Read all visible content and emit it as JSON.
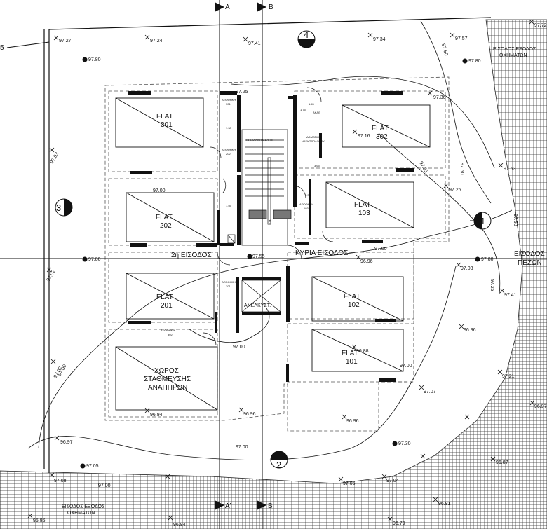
{
  "sections": {
    "a": "A",
    "b": "B",
    "a_prime": "A'",
    "b_prime": "B'",
    "left_edge": "5"
  },
  "elevation_markers": [
    "1",
    "2",
    "3",
    "4"
  ],
  "flats": [
    {
      "label": "FLAT",
      "number": "301"
    },
    {
      "label": "FLAT",
      "number": "302"
    },
    {
      "label": "FLAT",
      "number": "202"
    },
    {
      "label": "FLAT",
      "number": "103"
    },
    {
      "label": "FLAT",
      "number": "201"
    },
    {
      "label": "FLAT",
      "number": "102"
    },
    {
      "label": "FLAT",
      "number": "101"
    }
  ],
  "parking": {
    "line1": "ΧΩΡΟΣ",
    "line2": "ΣΤΑΘΜΕΥΣΗΣ",
    "line3": "ΑΝΑΠΗΡΩΝ"
  },
  "entrances": {
    "second": "2η ΕΙΣΟΔΟΣ",
    "main": "ΚΥΡΙΑ ΕΙΣΟΔΟΣ",
    "lift": "ΑΝΕΛΚΥΣΤ.",
    "road_top_1": "ΕΙΣΟΔΟΣ ΕΞΟΔΟΣ",
    "road_top_2": "ΟΧΗΜΑΤΩΝ",
    "road_bottom_1": "ΕΙΣΟΔΟΣ ΕΞΟΔΟΣ",
    "road_bottom_2": "ΟΧΗΜΑΤΩΝ",
    "ped_1": "ΕΙΣΟΔΟΣ",
    "ped_2": "ΠΕΖΩΝ"
  },
  "contours": {
    "c9700a": "97.00",
    "c9700b": "97.00",
    "c9700c": "97.00",
    "c9700d": "97.00",
    "c9700e": "97.00",
    "c9700f": "97.00",
    "c9700g": "97.00",
    "c9725a": "97.25",
    "c9725b": "97.25",
    "c9725c": "97.25",
    "c9750a": "97.50",
    "c9750b": "97.50",
    "c9750c": "97.50"
  },
  "spot_levels": {
    "s9727": "97.27",
    "s9724": "97.24",
    "s9741": "97.41",
    "s9734": "97.34",
    "s9757": "97.57",
    "s9772": "97.72",
    "s9703a": "97.03",
    "s9702a": "97.02",
    "s9702b": "97.02",
    "s9736": "97.36",
    "s9716": "97.16",
    "s9726": "97.26",
    "s9763": "97.63",
    "s9703b": "97.03",
    "s9741b": "97.41",
    "s9696a": "96.96",
    "s9696b": "96.96",
    "s9688": "96.88",
    "s9707": "97.07",
    "s9721": "97.21",
    "s9697a": "96.97",
    "s9696c": "96.96",
    "s9694": "96.94",
    "s9696d": "96.96",
    "s9697b": "96.97",
    "s9706": "97.06",
    "s9704": "97.04",
    "s9687": "96.87",
    "s9681": "96.81",
    "s9686": "96.86",
    "s9684": "96.84",
    "s9679": "96.79",
    "s9708": "97.08",
    "s9755": "97.55",
    "s9700b": "97.00"
  },
  "benchmarks": {
    "b1": "97.80",
    "b2": "97.80",
    "b3": "97.80",
    "b4": "97.80",
    "b5": "97.30",
    "b6": "97.05"
  },
  "room_notes": {
    "store_a": "ΑΠΟΘΗΚΗ",
    "store_a_no": "301",
    "store_b": "ΑΠΟΘΗΚΗ",
    "store_b_no": "202",
    "store_c": "ΑΠΟΘΗΚΗ",
    "store_c_no": "201",
    "store_d": "ΑΠΟΘΗΚΗ",
    "store_d_no": "302",
    "wc": "ΑΚΑΘ",
    "meter_1": "ΔΩΜΑΤΙΟ",
    "meter_2": "ΗΛΕΚΤΡΟΔΟΤΟΥ",
    "stair": "ΤΒ ΣΚΑΛΑ Η:0.175 Π:",
    "store_103": "ΑΠΟΘΗΚΗ",
    "store_103_no": "103"
  },
  "dims": {
    "d1": "1.30",
    "d2": "1.55",
    "d3": "3.65",
    "d4": "2.00",
    "d5": "1.45",
    "d6": "1.75",
    "d7": "1.30"
  }
}
